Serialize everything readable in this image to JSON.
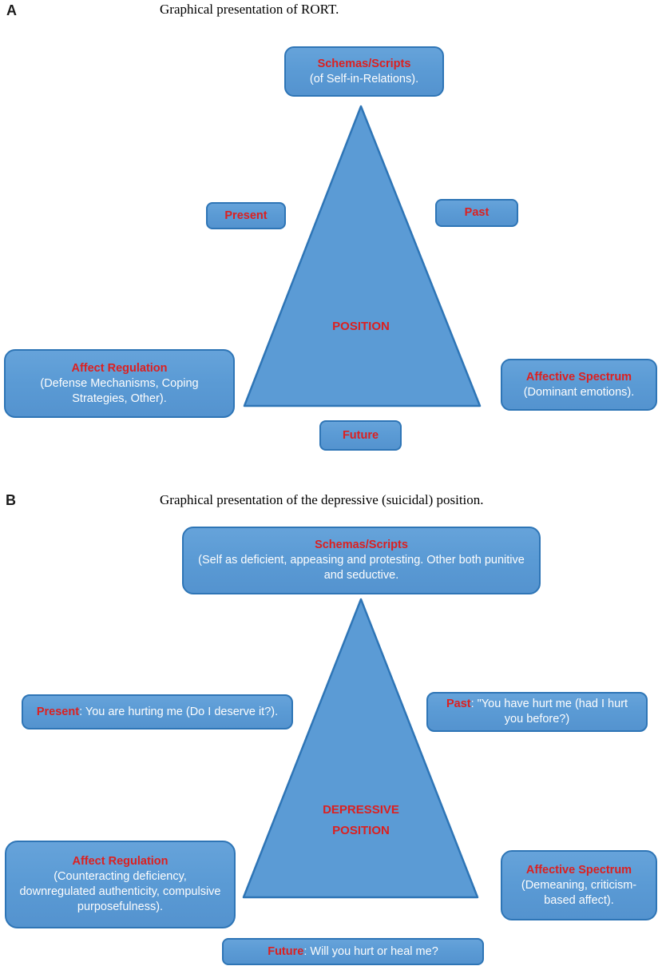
{
  "colors": {
    "box_fill": "#5B9BD5",
    "box_border": "#2E75B6",
    "heading_red": "#DC2020",
    "body_text": "#FFFFFF",
    "title_text": "#000000"
  },
  "panel_a": {
    "label": "A",
    "title": "Graphical presentation of RORT.",
    "triangle_label": "POSITION",
    "boxes": {
      "schemas": {
        "heading": "Schemas/Scripts",
        "body": "(of Self-in-Relations)."
      },
      "present": {
        "heading": "Present"
      },
      "past": {
        "heading": "Past"
      },
      "affect_regulation": {
        "heading": "Affect Regulation",
        "body": "(Defense Mechanisms, Coping Strategies, Other)."
      },
      "affective_spectrum": {
        "heading": "Affective Spectrum",
        "body": "(Dominant emotions)."
      },
      "future": {
        "heading": "Future"
      }
    }
  },
  "panel_b": {
    "label": "B",
    "title": "Graphical presentation of the depressive (suicidal) position.",
    "triangle_label": "DEPRESSIVE POSITION",
    "boxes": {
      "schemas": {
        "heading": "Schemas/Scripts",
        "body": "(Self as deficient, appeasing and protesting. Other both punitive and seductive."
      },
      "present": {
        "heading": "Present",
        "body": ": You are hurting me (Do I deserve it?)."
      },
      "past": {
        "heading": "Past",
        "body": ": \"You have hurt me (had I hurt you before?)"
      },
      "affect_regulation": {
        "heading": "Affect Regulation",
        "body": "(Counteracting deficiency, downregulated authenticity, compulsive purposefulness)."
      },
      "affective_spectrum": {
        "heading": "Affective Spectrum",
        "body": "(Demeaning, criticism-based affect)."
      },
      "future": {
        "heading": "Future",
        "body": ": Will you hurt or heal me?"
      }
    }
  }
}
